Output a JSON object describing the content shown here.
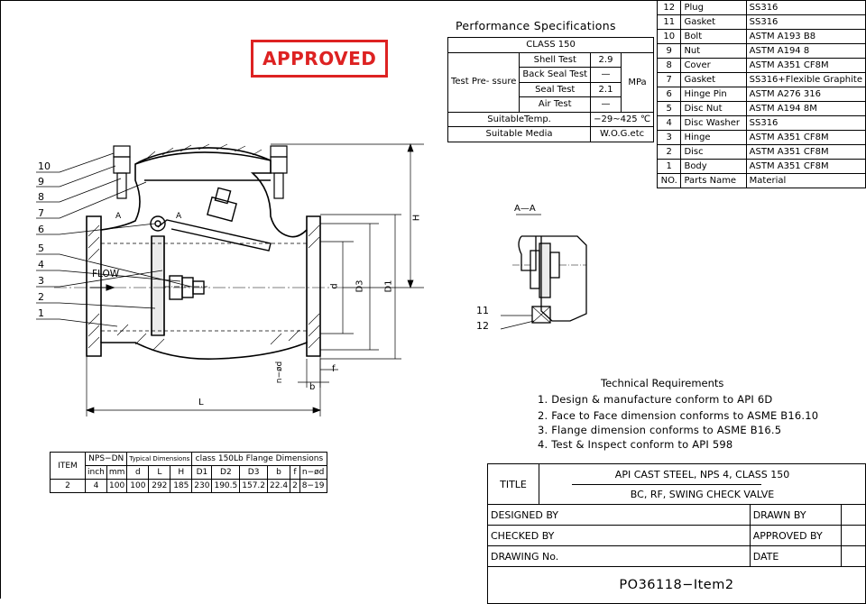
{
  "stamp": "APPROVED",
  "performance": {
    "title": "Performance Specifications",
    "class": "CLASS 150",
    "test_label": "Test Pre- ssure",
    "tests": [
      {
        "name": "Shell Test",
        "value": "2.9"
      },
      {
        "name": "Back Seal Test",
        "value": "—"
      },
      {
        "name": "Seal Test",
        "value": "2.1"
      },
      {
        "name": "Air Test",
        "value": "—"
      }
    ],
    "unit": "MPa",
    "temp_label": "SuitableTemp.",
    "temp_value": "−29~425 ℃",
    "media_label": "Suitable Media",
    "media_value": "W.O.G.etc"
  },
  "parts": {
    "rows": [
      {
        "no": "12",
        "name": "Plug",
        "material": "SS316"
      },
      {
        "no": "11",
        "name": "Gasket",
        "material": "SS316"
      },
      {
        "no": "10",
        "name": "Bolt",
        "material": "ASTM A193 B8"
      },
      {
        "no": "9",
        "name": "Nut",
        "material": "ASTM A194 8"
      },
      {
        "no": "8",
        "name": "Cover",
        "material": "ASTM A351 CF8M"
      },
      {
        "no": "7",
        "name": "Gasket",
        "material": "SS316+Flexible Graphite"
      },
      {
        "no": "6",
        "name": "Hinge Pin",
        "material": "ASTM A276 316"
      },
      {
        "no": "5",
        "name": "Disc Nut",
        "material": "ASTM A194 8M"
      },
      {
        "no": "4",
        "name": "Disc Washer",
        "material": "SS316"
      },
      {
        "no": "3",
        "name": "Hinge",
        "material": "ASTM A351 CF8M"
      },
      {
        "no": "2",
        "name": "Disc",
        "material": "ASTM A351 CF8M"
      },
      {
        "no": "1",
        "name": "Body",
        "material": "ASTM A351 CF8M"
      }
    ],
    "header": {
      "no": "NO.",
      "name": "Parts Name",
      "material": "Material"
    }
  },
  "drawing": {
    "flow": "FLOW",
    "section": "A—A",
    "mark_a": "A",
    "dims": {
      "L": "L",
      "H": "H",
      "d": "d",
      "D3": "D3",
      "D1": "D1",
      "b": "b",
      "f": "f",
      "nd": "n−ød"
    },
    "left_callouts": [
      "10",
      "9",
      "8",
      "7",
      "6",
      "5",
      "4",
      "3",
      "2",
      "1"
    ],
    "section_callouts": [
      "11",
      "12"
    ]
  },
  "requirements": {
    "title": "Technical Requirements",
    "items": [
      "1. Design & manufacture conform to API 6D",
      "2. Face to Face dimension conforms to ASME B16.10",
      "3. Flange dimension conforms to ASME B16.5",
      "4. Test & Inspect conform to API 598"
    ]
  },
  "dimension_table": {
    "h_item": "ITEM",
    "h_nps": "NPS−DN",
    "h_typical": "Typical Dimensions",
    "h_flange": "class 150Lb Flange Dimensions",
    "sub": [
      "inch",
      "mm",
      "d",
      "L",
      "H",
      "D1",
      "D2",
      "D3",
      "b",
      "f",
      "n−ød"
    ],
    "row": [
      "2",
      "4",
      "100",
      "100",
      "292",
      "185",
      "230",
      "190.5",
      "157.2",
      "22.4",
      "2",
      "8−19"
    ]
  },
  "title_block": {
    "title_label": "TITLE",
    "title_line1": "API CAST STEEL, NPS 4, CLASS 150",
    "title_line2": "BC, RF, SWING CHECK VALVE",
    "designed_by": "DESIGNED BY",
    "drawn_by": "DRAWN BY",
    "checked_by": "CHECKED  BY",
    "approved_by": "APPROVED BY",
    "drawing_no": "DRAWING No.",
    "date": "DATE",
    "doc_number": "PO36118−Item2"
  }
}
